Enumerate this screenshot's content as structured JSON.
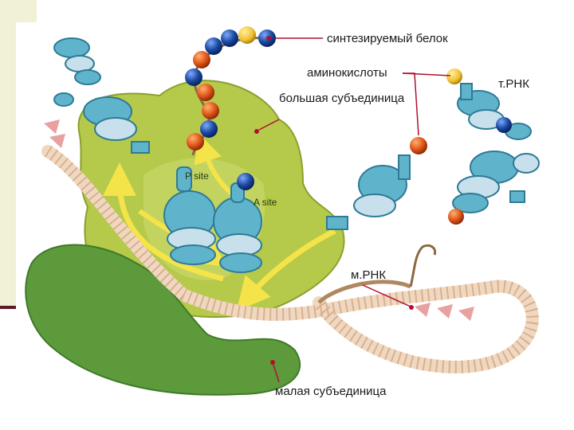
{
  "labels": {
    "protein": "синтезируемый белок",
    "amino_acids": "аминокислоты",
    "trna": "т.РНК",
    "large_subunit": "большая субъединица",
    "mrna": "м.РНК",
    "small_subunit": "малая субъединица",
    "p_site": "P site",
    "a_site": "A site"
  },
  "colors": {
    "large_subunit": "#b5c94a",
    "small_subunit": "#5c9a3c",
    "trna_blue": "#5fb4cc",
    "trna_light": "#c7e0ec",
    "amino_blue": "#1a4aa0",
    "amino_orange": "#e0561a",
    "amino_yellow": "#f0c030",
    "leader_line": "#b01030",
    "arrow": "#f5e34a"
  },
  "icons": [
    "ribosome-diagram",
    "trna-molecule-icon",
    "amino-acid-bead-icon",
    "mrna-strand-icon",
    "flow-arrow-icon"
  ]
}
